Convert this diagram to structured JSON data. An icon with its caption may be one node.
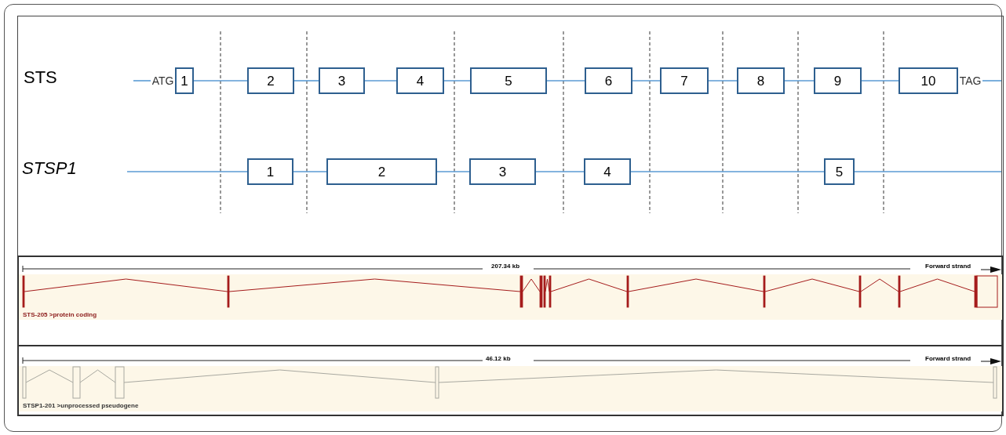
{
  "diagram": {
    "nodes": [
      {
        "text": [
          "ATG"
        ]
      },
      {
        "text": [
          "1"
        ]
      },
      {
        "text": [
          "2"
        ]
      },
      {
        "text": [
          "3"
        ]
      },
      {
        "text": [
          "4"
        ]
      },
      {
        "text": [
          "5"
        ]
      },
      {
        "text": [
          "6"
        ]
      },
      {
        "text": [
          "7"
        ]
      },
      {
        "text": [
          "8"
        ]
      },
      {
        "text": [
          "9"
        ]
      },
      {
        "text": [
          "10"
        ]
      },
      {
        "text": [
          "TAG"
        ]
      },
      {
        "text": [
          "1"
        ]
      },
      {
        "text": [
          "2"
        ]
      },
      {
        "text": [
          "3"
        ]
      },
      {
        "text": [
          "4"
        ]
      },
      {
        "text": [
          "5"
        ]
      }
    ],
    "edges": [
      {
        "from": null,
        "to": 0,
        "arrow": "none"
      },
      {
        "from": 1,
        "to": 2,
        "arrow": "none"
      },
      {
        "from": 2,
        "to": 3,
        "arrow": "none"
      },
      {
        "from": 3,
        "to": 4,
        "arrow": "none"
      },
      {
        "from": 4,
        "to": 5,
        "arrow": "none"
      },
      {
        "from": 5,
        "to": 6,
        "arrow": "none"
      },
      {
        "from": 6,
        "to": 7,
        "arrow": "none"
      },
      {
        "from": 7,
        "to": 8,
        "arrow": "none"
      },
      {
        "from": 8,
        "to": 9,
        "arrow": "none"
      },
      {
        "from": 9,
        "to": 10,
        "arrow": "none"
      },
      {
        "from": 11,
        "to": null,
        "arrow": "none"
      },
      {
        "from": null,
        "to": 12,
        "arrow": "none"
      },
      {
        "from": 12,
        "to": 13,
        "arrow": "none"
      },
      {
        "from": 13,
        "to": 14,
        "arrow": "none"
      },
      {
        "from": 14,
        "to": 15,
        "arrow": "none"
      },
      {
        "from": 15,
        "to": 16,
        "arrow": "none"
      },
      {
        "from": 16,
        "to": null,
        "arrow": "none"
      }
    ],
    "labels": [
      "STS",
      "STSP1",
      "207.34 kb",
      "Forward strand",
      "STS-205 >protein coding",
      "46.12 kb",
      "Forward strand",
      "STSP1-201 >unprocessed pseudogene"
    ]
  }
}
